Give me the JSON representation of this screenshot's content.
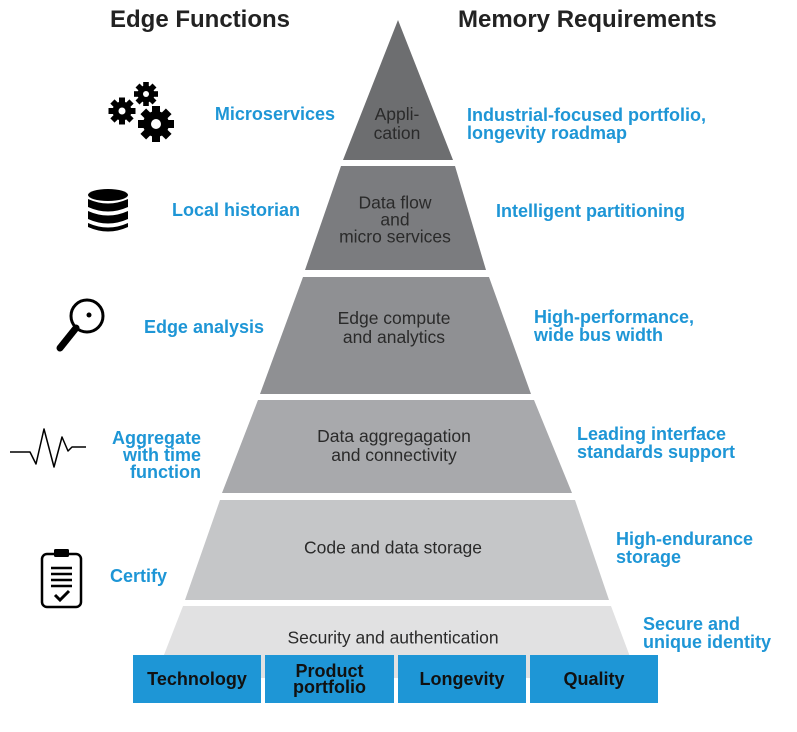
{
  "headings": {
    "left": "Edge Functions",
    "right": "Memory Requirements"
  },
  "colors": {
    "accent_blue": "#1e96d6",
    "tier_shades": [
      "#6d6e70",
      "#7b7c7f",
      "#8f9093",
      "#a8a9ac",
      "#c5c6c8",
      "#e1e1e2"
    ]
  },
  "tiers": [
    {
      "line1": "Appli-",
      "line2": "cation"
    },
    {
      "line1": "Data flow",
      "line2": "and",
      "line3": "micro services"
    },
    {
      "line1": "Edge compute",
      "line2": "and analytics"
    },
    {
      "line1": "Data aggregagation",
      "line2": "and connectivity"
    },
    {
      "line1": "Code and data storage"
    },
    {
      "line1": "Security and authentication"
    }
  ],
  "edge_functions": [
    {
      "line1": "Microservices",
      "icon": "gears-icon"
    },
    {
      "line1": "Local historian",
      "icon": "database-icon"
    },
    {
      "line1": "Edge analysis",
      "icon": "magnifier-icon"
    },
    {
      "line1": "Aggregate",
      "line2": "with time",
      "line3": "function",
      "icon": "waveform-icon"
    },
    {
      "line1": "Certify",
      "icon": "clipboard-check-icon"
    }
  ],
  "memory_requirements": [
    {
      "line1": "Industrial-focused portfolio,",
      "line2": "longevity roadmap"
    },
    {
      "line1": "Intelligent partitioning"
    },
    {
      "line1": "High-performance,",
      "line2": "wide bus width"
    },
    {
      "line1": "Leading interface",
      "line2": "standards support"
    },
    {
      "line1": "High-endurance",
      "line2": "storage"
    },
    {
      "line1": "Secure and",
      "line2": "unique identity"
    }
  ],
  "pillars": [
    {
      "line1": "Technology"
    },
    {
      "line1": "Product",
      "line2": "portfolio"
    },
    {
      "line1": "Longevity"
    },
    {
      "line1": "Quality"
    }
  ]
}
